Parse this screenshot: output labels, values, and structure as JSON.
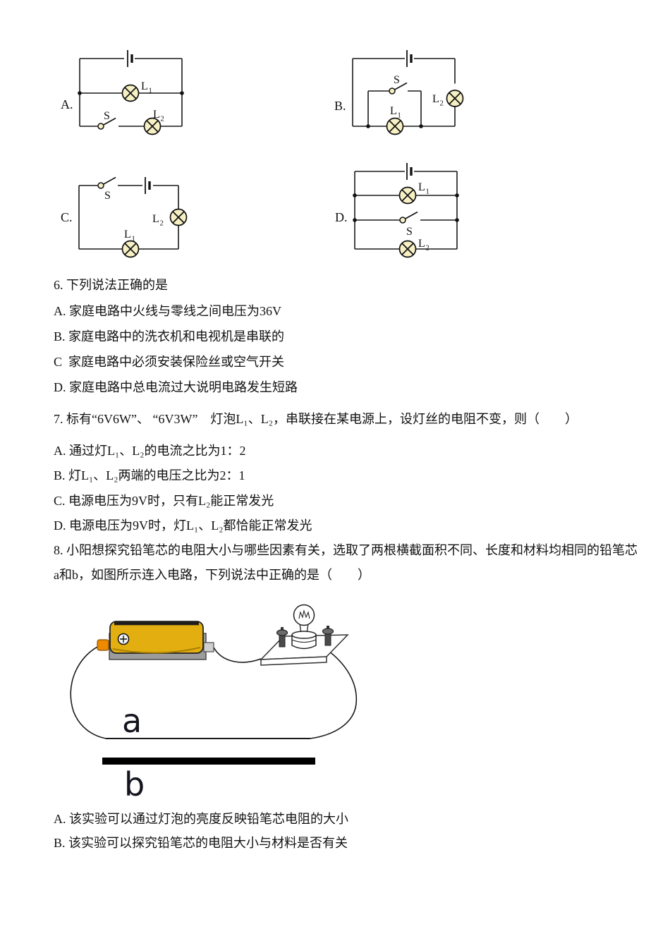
{
  "circuit_labels": {
    "a": "A.",
    "b": "B.",
    "c": "C.",
    "d": "D."
  },
  "sym": {
    "lamp": "L",
    "sub1": "1",
    "sub2": "2",
    "switch": "S"
  },
  "q6": {
    "stem": "6. 下列说法正确的是",
    "options": [
      "A. 家庭电路中火线与零线之间电压为36V",
      "B. 家庭电路中的洗衣机和电视机是串联的",
      "C  家庭电路中必须安装保险丝或空气开关",
      "D. 家庭电路中总电流过大说明电路发生短路"
    ]
  },
  "q7": {
    "stem": "7. 标有“6V6W”、 “6V3W”　灯泡L₁、L₂，串联接在某电源上，设灯丝的电阻不变，则（　　）",
    "options": [
      "A. 通过灯L₁、L₂的电流之比为1：2",
      "B. 灯L₁、L₂两端的电压之比为2：1",
      "C. 电源电压为9V时，只有L₂能正常发光",
      "D. 电源电压为9V时，灯L₁、L₂都恰能正常发光"
    ]
  },
  "q8": {
    "stem1": "8. 小阳想探究铅笔芯的电阻大小与哪些因素有关，选取了两根横截面积不同、长度和材料均相同的铅笔芯",
    "stem2": "a和b，如图所示连入电路，下列说法中正确的是（　　）",
    "options": [
      "A. 该实验可以通过灯泡的亮度反映铅笔芯电阻的大小",
      "B. 该实验可以探究铅笔芯的电阻大小与材料是否有关"
    ]
  },
  "figure": {
    "lead_a_label": "a",
    "lead_b_label": "b"
  },
  "colors": {
    "lamp_fill": "#F6F0C4",
    "wire": "#1a1a1a",
    "battery_yellow": "#E3AE10",
    "battery_orange": "#ED8A00",
    "holder_gray": "#9C9C9C",
    "holder_tab": "#CFCFCF",
    "lead_black": "#000000"
  }
}
